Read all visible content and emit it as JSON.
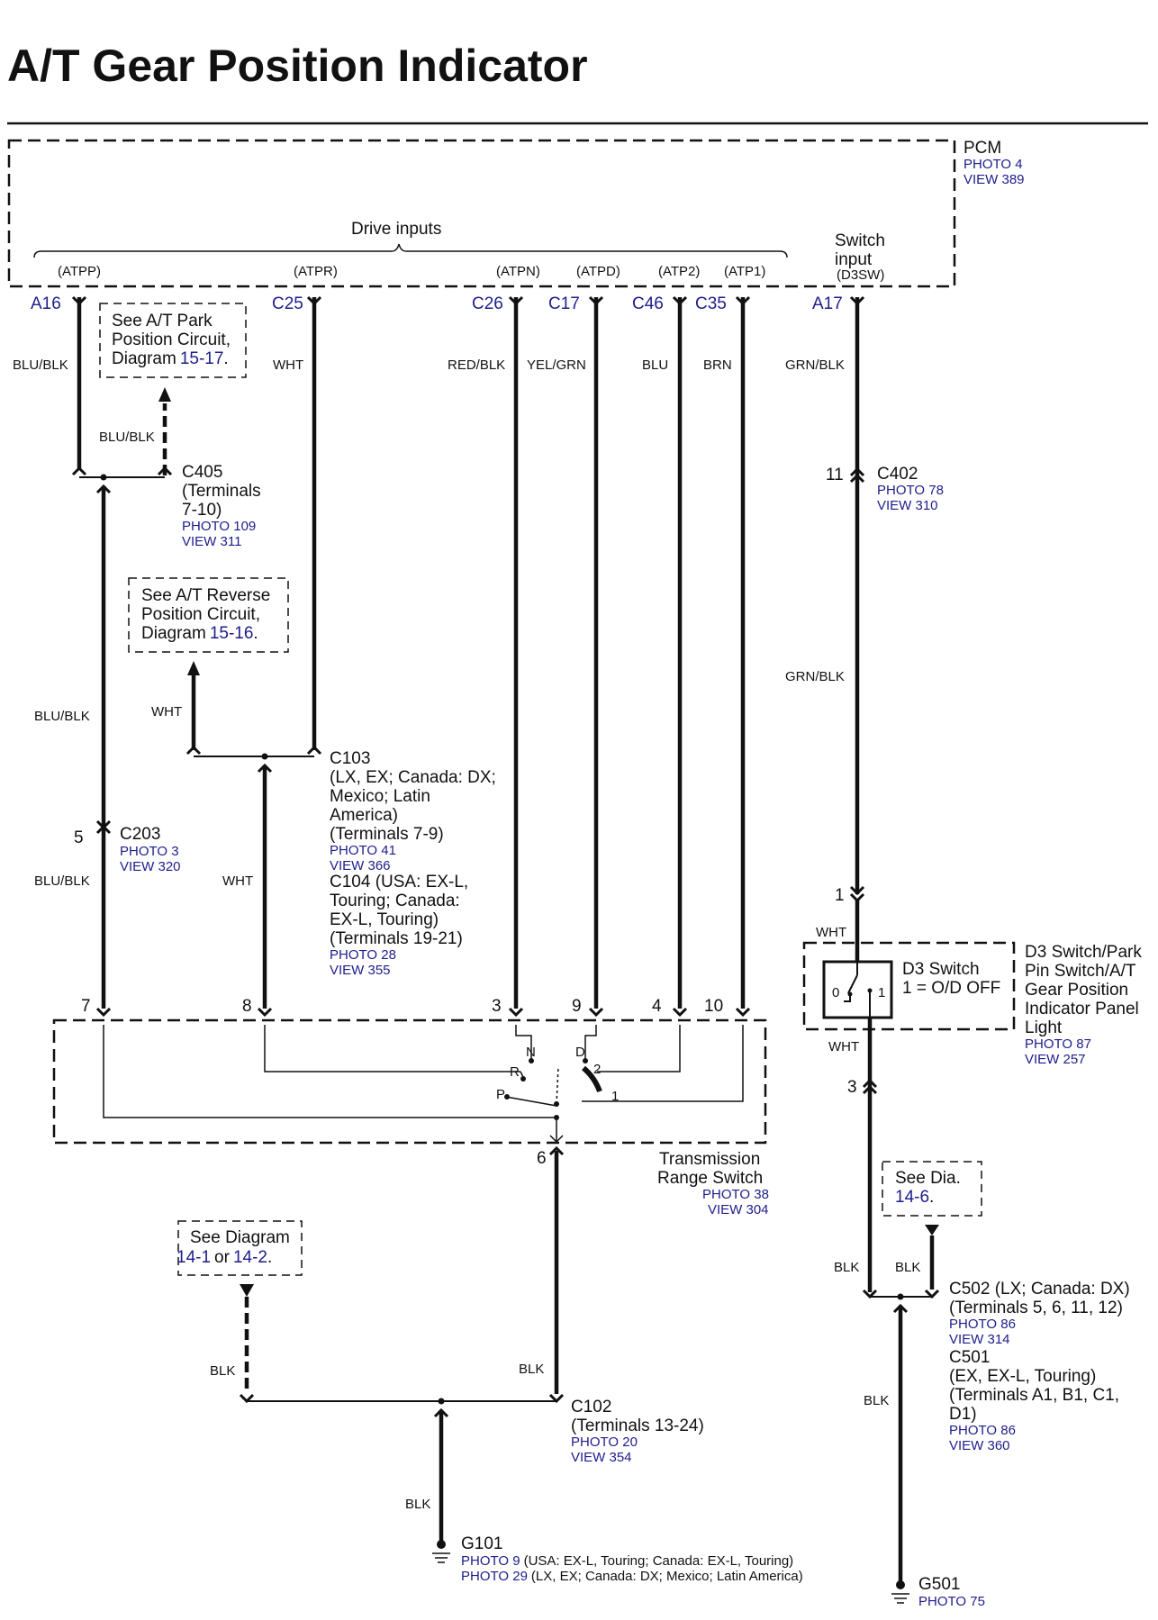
{
  "title": "A/T Gear Position Indicator",
  "pcm": {
    "name": "PCM",
    "photo": "PHOTO 4",
    "view": "VIEW 389",
    "drive_inputs": "Drive inputs",
    "switch_input": [
      "Switch",
      "input",
      "(D3SW)"
    ]
  },
  "pcm_signals": [
    "(ATPP)",
    "(ATPR)",
    "(ATPN)",
    "(ATPD)",
    "(ATP2)",
    "(ATP1)"
  ],
  "pins": [
    "A16",
    "C25",
    "C26",
    "C17",
    "C46",
    "C35",
    "A17"
  ],
  "wires": {
    "blu_blk": "BLU/BLK",
    "wht": "WHT",
    "red_blk": "RED/BLK",
    "yel_grn": "YEL/GRN",
    "blu": "BLU",
    "brn": "BRN",
    "grn_blk": "GRN/BLK",
    "blk": "BLK"
  },
  "see_park": [
    "See A/T Park",
    "Position Circuit,",
    "Diagram",
    "15-17",
    "."
  ],
  "see_reverse": [
    "See A/T Reverse",
    "Position Circuit,",
    "Diagram",
    "15-16",
    "."
  ],
  "see_dia_146": [
    "See  Dia.",
    "14-6",
    "."
  ],
  "see_diagram_14": [
    "See Diagram",
    "14-1",
    "or",
    "14-2",
    "."
  ],
  "c405": {
    "name": "C405",
    "l1": "(Terminals",
    "l2": "7-10)",
    "photo": "PHOTO 109",
    "view": "VIEW 311"
  },
  "c402": {
    "num": "11",
    "name": "C402",
    "photo": "PHOTO 78",
    "view": "VIEW 310"
  },
  "c103": {
    "name": "C103",
    "l1": "(LX, EX; Canada: DX;",
    "l2": "Mexico; Latin",
    "l3": "America)",
    "l4": "(Terminals 7-9)",
    "photo": "PHOTO 41",
    "view": "VIEW 366"
  },
  "c104": {
    "l1": "C104 (USA: EX-L,",
    "l2": "Touring; Canada:",
    "l3": "EX-L, Touring)",
    "l4": "(Terminals 19-21)",
    "photo": "PHOTO 28",
    "view": "VIEW 355"
  },
  "c203": {
    "num": "5",
    "name": "C203",
    "photo": "PHOTO 3",
    "view": "VIEW 320"
  },
  "d3": {
    "num": "1",
    "title": "D3 Switch",
    "desc": "1 = O/D OFF",
    "pos0": "0",
    "pos1": "1",
    "name": [
      "D3 Switch/Park",
      "Pin Switch/A/T",
      "Gear Position",
      "Indicator Panel",
      "Light"
    ],
    "photo": "PHOTO 87",
    "view": "VIEW 257",
    "out_num": "3"
  },
  "trs": {
    "terms": [
      "7",
      "8",
      "3",
      "9",
      "4",
      "10"
    ],
    "out": "6",
    "positions": [
      "N",
      "D",
      "R",
      "2",
      "P",
      "1"
    ],
    "name": [
      "Transmission",
      "Range Switch"
    ],
    "photo": "PHOTO 38",
    "view": "VIEW 304"
  },
  "c502": {
    "l1": "C502 (LX; Canada: DX)",
    "l2": "(Terminals 5, 6, 11, 12)",
    "photo": "PHOTO 86",
    "view": "VIEW 314"
  },
  "c501": {
    "name": "C501",
    "l1": "(EX, EX-L, Touring)",
    "l2": "(Terminals A1, B1, C1,",
    "l3": "D1)",
    "photo": "PHOTO 86",
    "view": "VIEW 360"
  },
  "c102": {
    "name": "C102",
    "l1": "(Terminals 13-24)",
    "photo": "PHOTO 20",
    "view": "VIEW 354"
  },
  "g101": {
    "name": "G101",
    "p1": "PHOTO 9",
    "p1_note": "(USA: EX-L, Touring; Canada: EX-L, Touring)",
    "p2": "PHOTO 29",
    "p2_note": "(LX, EX; Canada: DX; Mexico; Latin America)"
  },
  "g501": {
    "name": "G501",
    "photo": "PHOTO 75"
  }
}
